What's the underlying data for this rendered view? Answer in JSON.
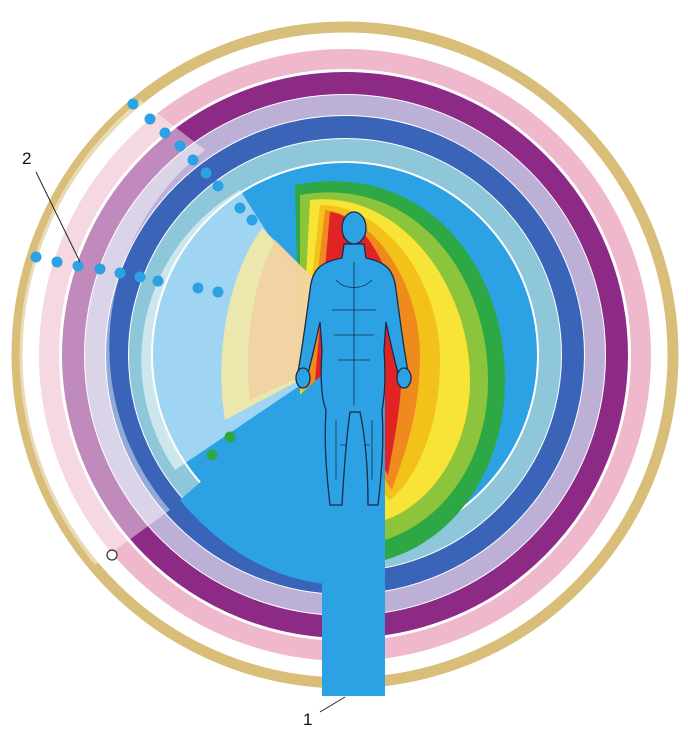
{
  "callouts": [
    {
      "id": "1",
      "label": "1"
    },
    {
      "id": "2",
      "label": "2"
    }
  ],
  "rings": [
    {
      "name": "outer-gold-ring",
      "color": "#d8be78"
    },
    {
      "name": "outer-pink-ring",
      "color": "#efb8cc"
    },
    {
      "name": "purple-ring",
      "color": "#8c2a86"
    },
    {
      "name": "lavender-ring",
      "color": "#bdb0d6"
    },
    {
      "name": "indigo-ring",
      "color": "#3a64b8"
    },
    {
      "name": "light-blue-ring",
      "color": "#8fc7da"
    },
    {
      "name": "sky-blue-core",
      "color": "#2ca2e4"
    }
  ],
  "aura_bands": [
    {
      "name": "green-band",
      "color": "#2ea845"
    },
    {
      "name": "lime-band",
      "color": "#8cc43c"
    },
    {
      "name": "yellow-band",
      "color": "#f7e436"
    },
    {
      "name": "gold-band",
      "color": "#f2c21a"
    },
    {
      "name": "orange-band",
      "color": "#ee8a1e"
    },
    {
      "name": "red-band",
      "color": "#e02424"
    }
  ],
  "colors": {
    "figure_fill": "#2ca2e4",
    "figure_stroke": "#1a2a48",
    "dot_color": "#2ca2e4"
  }
}
